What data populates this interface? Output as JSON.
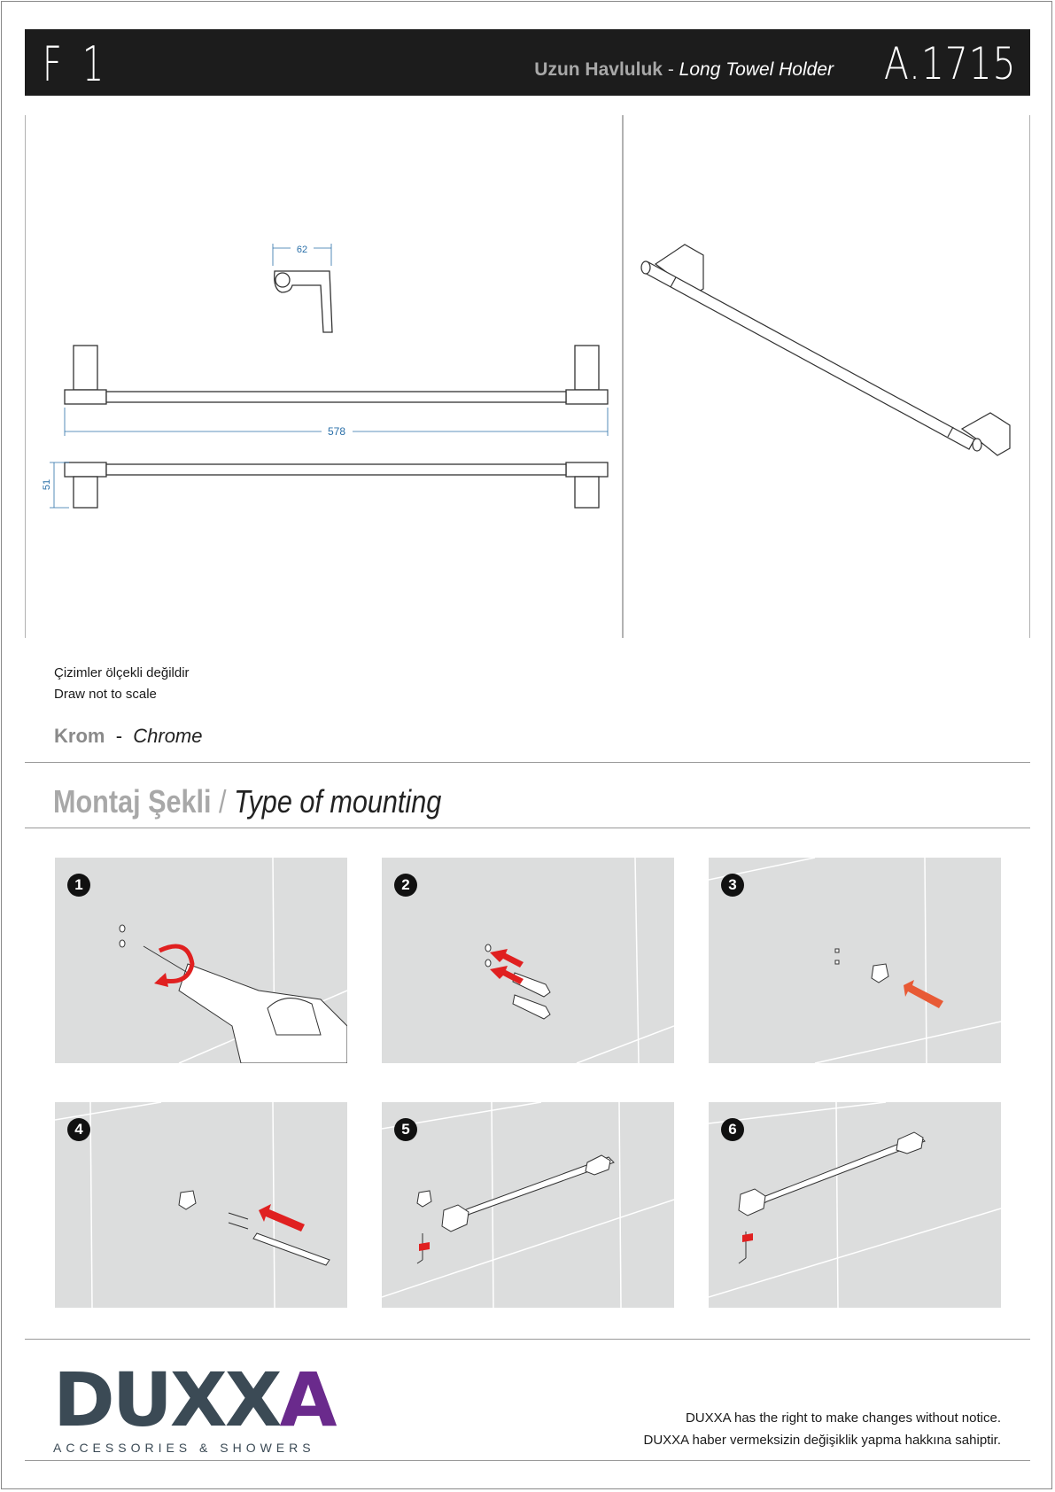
{
  "header": {
    "series": "F 1",
    "title_tr": "Uzun Havluluk",
    "title_sep": "-",
    "title_en": "Long Towel Holder",
    "code": "A.1715"
  },
  "dimensions": {
    "depth": "62",
    "length": "578",
    "height": "51"
  },
  "notes": {
    "line_tr": "Çizimler ölçekli değildir",
    "line_en": "Draw not to scale"
  },
  "finish": {
    "tr": "Krom",
    "sep": "-",
    "en": "Chrome"
  },
  "mounting": {
    "title_tr": "Montaj Şekli",
    "sep": "/",
    "title_en": "Type of mounting",
    "steps": [
      "1",
      "2",
      "3",
      "4",
      "5",
      "6"
    ]
  },
  "brand": {
    "name_main": "DUXX",
    "name_last": "A",
    "tagline": "ACCESSORIES & SHOWERS"
  },
  "disclaimer": {
    "en": "DUXXA has the right to make changes without notice.",
    "tr": "DUXXA haber vermeksizin değişiklik yapma hakkına sahiptir."
  },
  "colors": {
    "header_bg": "#1c1c1c",
    "dimension_blue": "#2a6fa8",
    "arrow_red": "#e02020",
    "brand_slate": "#3b4a55",
    "brand_purple": "#6a2a8c",
    "step_bg": "#dcdddd"
  }
}
